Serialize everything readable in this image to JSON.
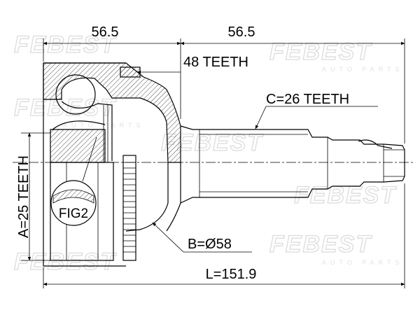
{
  "drawing": {
    "brand_watermark": "FEBEST",
    "watermark_subtext": "AUTO PARTS",
    "dimensions": {
      "left_length": "56.5",
      "right_length": "56.5",
      "total_length": "L=151.9",
      "abs_diameter": "B=Ø58"
    },
    "callouts": {
      "abs_ring_teeth": "48 TEETH",
      "outer_spline": "C=26 TEETH",
      "inner_spline": "A=25 TEETH",
      "figure_ref": "FIG2"
    }
  }
}
